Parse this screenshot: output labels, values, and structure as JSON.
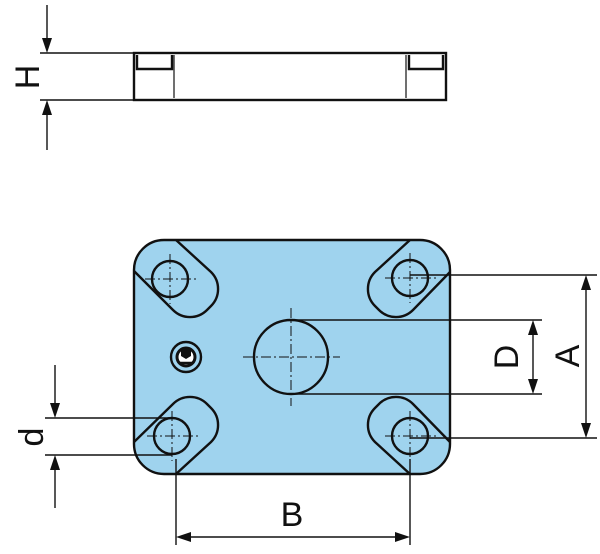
{
  "colors": {
    "part_fill": "#9fd3ee",
    "outline": "#111111",
    "background": "#ffffff"
  },
  "labels": {
    "height": "H",
    "hole_diameter": "d",
    "width": "B",
    "center_bore": "D",
    "hole_spacing": "A"
  }
}
